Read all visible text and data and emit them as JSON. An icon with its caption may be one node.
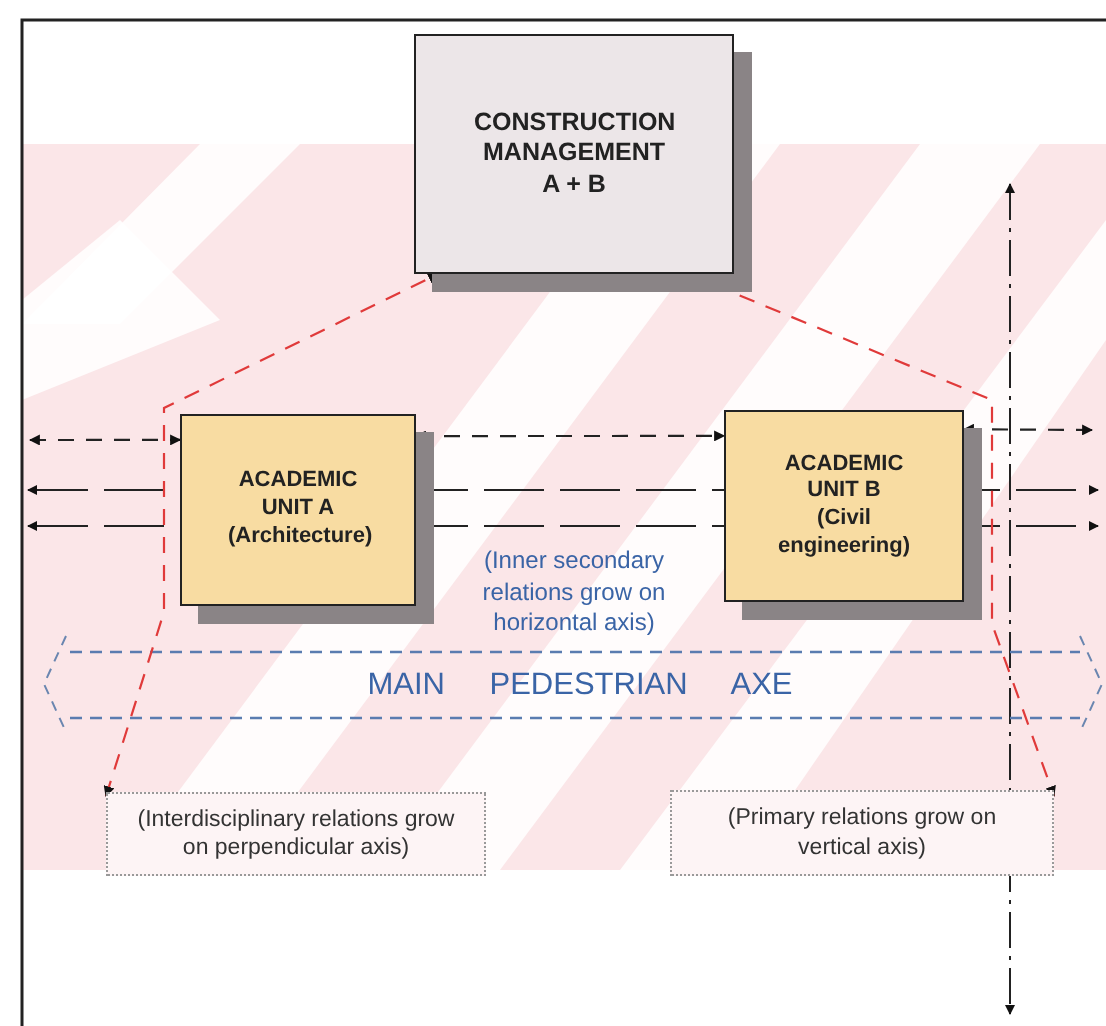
{
  "diagram": {
    "nodes": [
      {
        "text": [
          "CONSTRUCTION MANAGEMENT A + B"
        ]
      },
      {
        "text": [
          "ACADEMIC UNIT A",
          "(Architecture)"
        ]
      },
      {
        "text": [
          "ACADEMIC UNIT B",
          "(Civil engineering)"
        ]
      },
      {
        "text": [
          "MAIN PEDESTRIAN AXE"
        ]
      },
      {
        "text": [
          "(Interdisciplinary relations grow on perpendicular axis)"
        ]
      },
      {
        "text": [
          "(Primary relations grow on vertical axis)"
        ]
      }
    ],
    "edges": [
      {
        "from": 4,
        "to": 0,
        "arrow": "both",
        "style": "dashed",
        "color": "#e03a3a"
      },
      {
        "from": 0,
        "to": 5,
        "arrow": "both",
        "style": "dashed",
        "color": "#e03a3a"
      },
      {
        "from": null,
        "to": 1,
        "arrow": "both",
        "style": "dashed"
      },
      {
        "from": 1,
        "to": 2,
        "arrow": "both",
        "style": "dashed"
      },
      {
        "from": 2,
        "to": null,
        "arrow": "both",
        "style": "dashed"
      }
    ],
    "labels": [
      "(Inner secondary relations grow on horizontal axis)"
    ]
  }
}
